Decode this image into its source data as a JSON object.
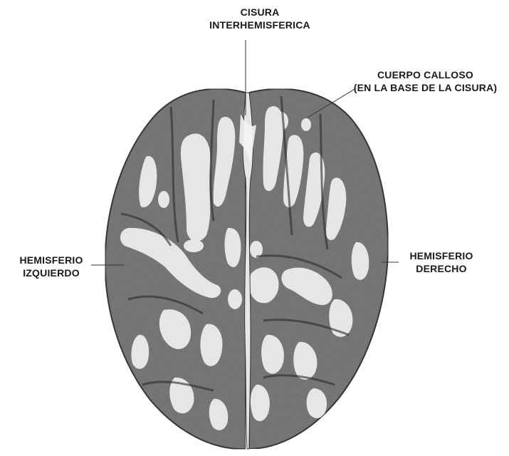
{
  "labels": {
    "cisura": {
      "line1": "CISURA",
      "line2": "INTERHEMISFERICA"
    },
    "cuerpo_calloso": {
      "line1": "CUERPO CALLOSO",
      "line2": "(EN LA BASE DE LA CISURA)"
    },
    "hemisferio_izquierdo": {
      "line1": "HEMISFERIO",
      "line2": "IZQUIERDO"
    },
    "hemisferio_derecho": {
      "line1": "HEMISFERIO",
      "line2": "DERECHO"
    }
  },
  "colors": {
    "background": "#ffffff",
    "brain_tone": "#8a8a8a",
    "gyri_highlight": "#f2f2f2",
    "sulci_dark": "#2e2e2e",
    "leader_line": "#333333"
  }
}
